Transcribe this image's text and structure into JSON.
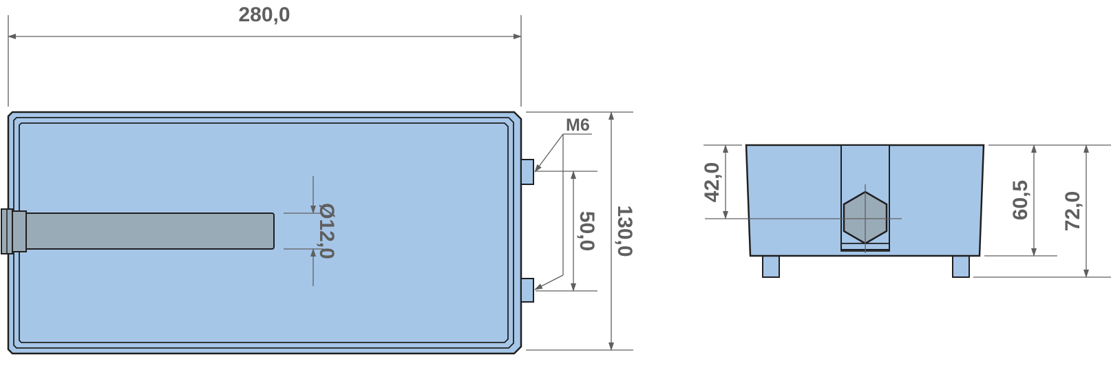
{
  "drawing": {
    "colors": {
      "part_fill": "#a6c6e8",
      "shaft_fill": "#9aabb8",
      "outline": "#1f1f1f",
      "dimension": "#5f5f5f"
    },
    "top_view": {
      "overall_length": "280,0",
      "overall_width": "130,0",
      "thread_spacing": "50,0",
      "shaft_diameter": "Ø12,0",
      "thread_label": "M6"
    },
    "side_view": {
      "shaft_height": "42,0",
      "body_height": "60,5",
      "total_height": "72,0"
    }
  }
}
